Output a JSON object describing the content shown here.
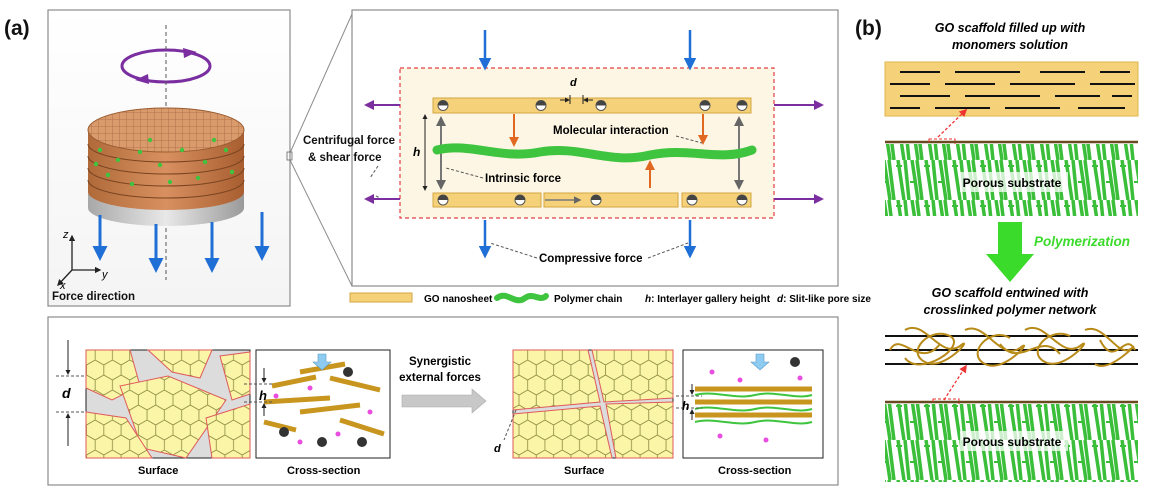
{
  "panel_a": {
    "label": "(a)",
    "axes": {
      "z": "z",
      "x": "x",
      "y": "y"
    },
    "force_direction": "Force direction",
    "centrifugal_line1": "Centrifugal force",
    "centrifugal_line2": "& shear force",
    "d_symbol": "d",
    "h_symbol": "h",
    "molecular_interaction": "Molecular interaction",
    "intrinsic_force": "Intrinsic force",
    "compressive_force": "Compressive force",
    "legend": {
      "go_nanosheet": "GO nanosheet",
      "polymer_chain": "Polymer chain",
      "h_def_symbol": "h",
      "h_def_text": ": Interlayer gallery height",
      "d_def_symbol": "d",
      "d_def_text": ": Slit-like pore size"
    },
    "bottom": {
      "synergistic_line1": "Synergistic",
      "synergistic_line2": "external forces",
      "surface_left": "Surface",
      "cross_section_left": "Cross-section",
      "surface_right": "Surface",
      "cross_section_right": "Cross-section",
      "d_left": "d",
      "h_left": "h",
      "d_right": "d",
      "h_right": "h"
    }
  },
  "panel_b": {
    "label": "(b)",
    "top_title_line1": "GO scaffold filled up with",
    "top_title_line2": "monomers solution",
    "porous_substrate_top": "Porous substrate",
    "polymerization": "Polymerization",
    "bottom_title_line1": "GO scaffold entwined with",
    "bottom_title_line2": "crosslinked polymer network",
    "porous_substrate_bottom": "Porous substrate"
  },
  "colors": {
    "go_sheet": "#f5d27a",
    "polymer": "#3ec43e",
    "arrow_blue": "#1f6fd6",
    "arrow_purple": "#7a2ea0",
    "arrow_orange": "#e06820",
    "polymerization_green": "#3adb2a"
  }
}
